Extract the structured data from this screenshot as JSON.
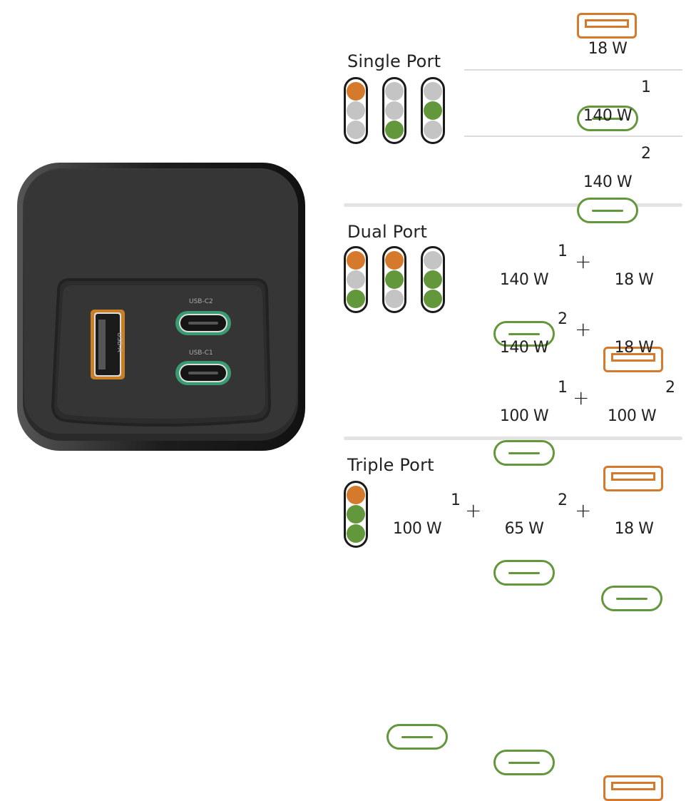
{
  "colors": {
    "usb_a": "#d57a2c",
    "usb_c": "#62973b",
    "inactive": "#c4c4c4",
    "device_body": "#2e2e2e",
    "c_port_ring": "#3a9a72"
  },
  "device": {
    "ports": [
      {
        "label": "USB-A",
        "type": "usb-a"
      },
      {
        "label": "USB-C2",
        "type": "usb-c"
      },
      {
        "label": "USB-C1",
        "type": "usb-c"
      }
    ]
  },
  "sections": {
    "single": {
      "title": "Single Port",
      "lights": [
        [
          "orange",
          "gray",
          "gray"
        ],
        [
          "gray",
          "gray",
          "green"
        ],
        [
          "gray",
          "green",
          "gray"
        ]
      ],
      "rows": [
        {
          "ports": [
            {
              "type": "usb-a",
              "num": "",
              "watt": "18 W"
            }
          ]
        },
        {
          "ports": [
            {
              "type": "usb-c",
              "num": "1",
              "watt": "140 W"
            }
          ]
        },
        {
          "ports": [
            {
              "type": "usb-c",
              "num": "2",
              "watt": "140 W"
            }
          ]
        }
      ]
    },
    "dual": {
      "title": "Dual Port",
      "lights": [
        [
          "orange",
          "gray",
          "green"
        ],
        [
          "orange",
          "green",
          "gray"
        ],
        [
          "gray",
          "green",
          "green"
        ]
      ],
      "rows": [
        {
          "ports": [
            {
              "type": "usb-c",
              "num": "1",
              "watt": "140 W"
            },
            {
              "type": "usb-a",
              "num": "",
              "watt": "18 W"
            }
          ]
        },
        {
          "ports": [
            {
              "type": "usb-c",
              "num": "2",
              "watt": "140 W"
            },
            {
              "type": "usb-a",
              "num": "",
              "watt": "18 W"
            }
          ]
        },
        {
          "ports": [
            {
              "type": "usb-c",
              "num": "1",
              "watt": "100 W"
            },
            {
              "type": "usb-c",
              "num": "2",
              "watt": "100 W"
            }
          ]
        }
      ]
    },
    "triple": {
      "title": "Triple Port",
      "lights": [
        [
          "orange",
          "green",
          "green"
        ]
      ],
      "rows": [
        {
          "ports": [
            {
              "type": "usb-c",
              "num": "1",
              "watt": "100 W"
            },
            {
              "type": "usb-c",
              "num": "2",
              "watt": "65 W"
            },
            {
              "type": "usb-a",
              "num": "",
              "watt": "18 W"
            }
          ]
        }
      ]
    },
    "plus_symbol": "+"
  }
}
